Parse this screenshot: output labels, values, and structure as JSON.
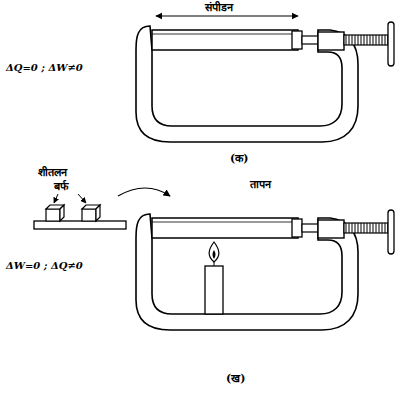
{
  "diagram": {
    "labels": [
      "ΔQ=0 ; ΔW≠0",
      "संपीडन",
      "(क)",
      "शीतलन",
      "बर्फ",
      "तापन",
      "ΔW=0 ; ΔQ≠0",
      "(ख)"
    ]
  }
}
